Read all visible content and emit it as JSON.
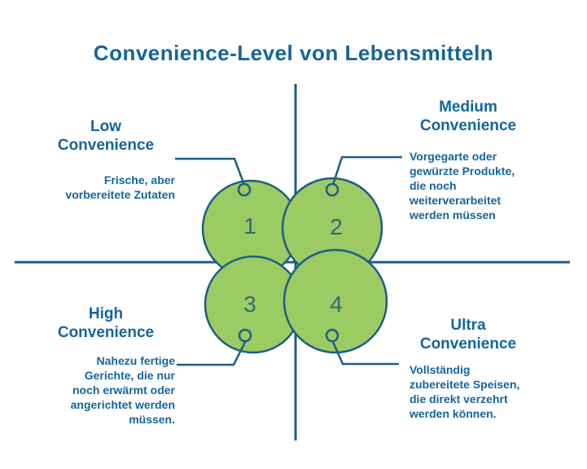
{
  "title": "Convenience-Level von Lebensmitteln",
  "quadrants": {
    "low": {
      "heading": "Low\nConvenience",
      "description": "Frische, aber\nvorbereitete Zutaten",
      "number": "1"
    },
    "medium": {
      "heading": "Medium\nConvenience",
      "description": "Vorgegarte oder\ngewürzte Produkte,\ndie noch\nweiterverarbeitet\nwerden müssen",
      "number": "2"
    },
    "high": {
      "heading": "High\nConvenience",
      "description": "Nahezu fertige\nGerichte, die nur\nnoch erwärmt oder\nangerichtet werden\nmüssen.",
      "number": "3"
    },
    "ultra": {
      "heading": "Ultra\nConvenience",
      "description": "Vollständig\nzubereitete Speisen,\ndie direkt verzehrt\nwerden können.",
      "number": "4"
    }
  },
  "colors": {
    "text_blue": "#14659c",
    "line_blue": "#1c5e85",
    "circle_green": "#9ccb63",
    "number_teal": "#2e6a72"
  }
}
